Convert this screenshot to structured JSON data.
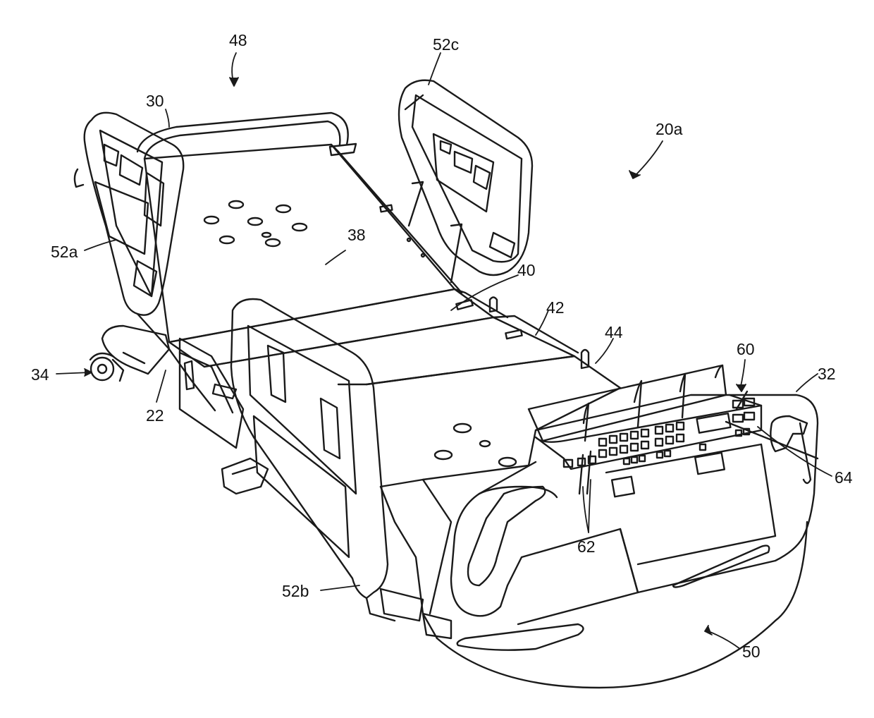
{
  "figure": {
    "labels": {
      "l48": "48",
      "l52c": "52c",
      "l30": "30",
      "l20a": "20a",
      "l52a": "52a",
      "l38": "38",
      "l40": "40",
      "l42": "42",
      "l44": "44",
      "l60": "60",
      "l32": "32",
      "l34": "34",
      "l22": "22",
      "l64": "64",
      "l62": "62",
      "l52b": "52b",
      "l50": "50"
    }
  },
  "colors": {
    "line": "#1a1a1a",
    "background": "#ffffff"
  }
}
